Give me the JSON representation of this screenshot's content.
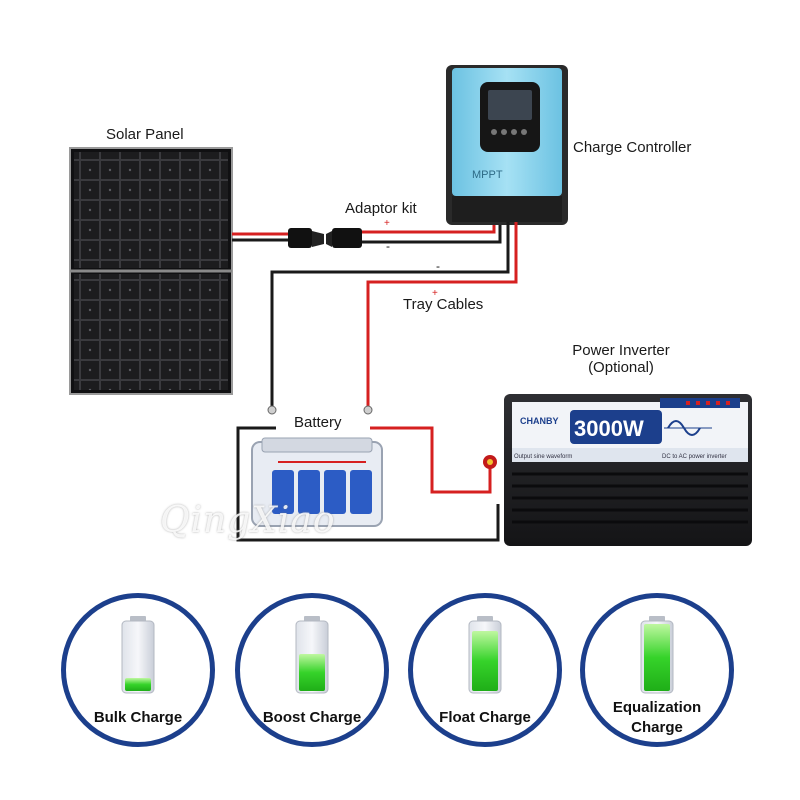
{
  "labels": {
    "solar_panel": "Solar Panel",
    "charge_controller": "Charge Controller",
    "adaptor_kit": "Adaptor kit",
    "tray_cables": "Tray Cables",
    "power_inverter_line1": "Power Inverter",
    "power_inverter_line2": "(Optional)",
    "battery": "Battery"
  },
  "polarity": {
    "plus": "+",
    "minus": "-"
  },
  "controller": {
    "brand_text": "MPPT"
  },
  "inverter": {
    "brand": "CHANBY",
    "rating": "3000W",
    "sub_left": "Output sine waveform",
    "sub_right": "DC to AC power inverter"
  },
  "watermark": "QingXiao",
  "charge_stages": [
    {
      "label": "Bulk Charge",
      "level": 0.2
    },
    {
      "label": "Boost Charge",
      "level": 0.55
    },
    {
      "label": "Float Charge",
      "level": 0.9
    },
    {
      "label_line1": "Equalization",
      "label_line2": "Charge",
      "level": 1.0
    }
  ],
  "colors": {
    "positive_wire": "#d62020",
    "negative_wire": "#1a1a1a",
    "controller_body": "#8cd3ec",
    "inverter_accent": "#1c3f8c",
    "battery_green": "#3bd62a",
    "circle_border": "#1c3f8c"
  }
}
